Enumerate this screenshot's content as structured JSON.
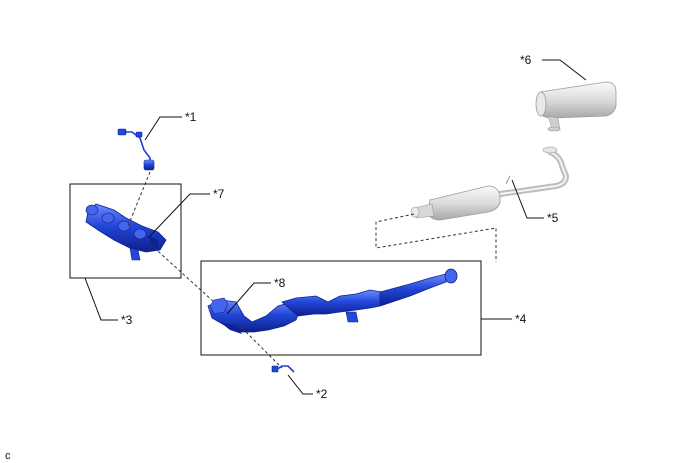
{
  "callouts": {
    "c1": "*1",
    "c2": "*2",
    "c3": "*3",
    "c4": "*4",
    "c5": "*5",
    "c6": "*6",
    "c7": "*7",
    "c8": "*8"
  },
  "corner_code": "c",
  "colors": {
    "highlight_part": "#1f3fcf",
    "highlight_dark": "#0d2190",
    "highlight_light": "#5f7ff0",
    "reference_part": "#d6d6d6",
    "reference_dark": "#9a9a9a",
    "reference_light": "#f2f2f2",
    "line": "#111111"
  }
}
